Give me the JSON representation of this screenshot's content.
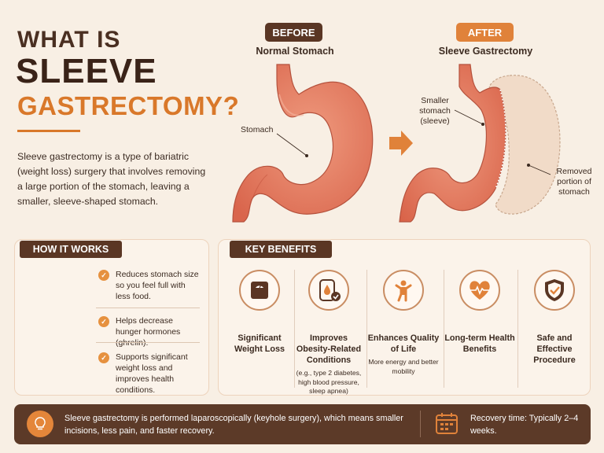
{
  "title": {
    "line1": "WHAT IS",
    "line2": "SLEEVE",
    "line3": "GASTRECTOMY?"
  },
  "intro": "Sleeve gastrectomy is a type of bariatric (weight loss) surgery that involves removing a large portion of the stomach, leaving a smaller, sleeve-shaped stomach.",
  "before": {
    "badge": "BEFORE",
    "subtitle": "Normal Stomach",
    "callout": "Stomach"
  },
  "after": {
    "badge": "AFTER",
    "subtitle": "Sleeve Gastrectomy",
    "callout_sleeve": "Smaller stomach (sleeve)",
    "callout_removed": "Removed portion of stomach"
  },
  "how_it_works": {
    "heading": "HOW IT WORKS",
    "items": [
      "Reduces stomach size so you feel full with less food.",
      "Helps decrease hunger hormones (ghrelin).",
      "Supports significant weight loss and improves health conditions."
    ]
  },
  "key_benefits": {
    "heading": "KEY BENEFITS",
    "items": [
      {
        "icon": "scale-icon",
        "title": "Significant Weight Loss",
        "desc": ""
      },
      {
        "icon": "glucose-meter-icon",
        "title": "Improves Obesity-Related Conditions",
        "desc": "(e.g., type 2 diabetes, high blood pressure, sleep apnea)"
      },
      {
        "icon": "person-active-icon",
        "title": "Enhances Quality of Life",
        "desc": "More energy and better mobility"
      },
      {
        "icon": "heart-pulse-icon",
        "title": "Long-term Health Benefits",
        "desc": ""
      },
      {
        "icon": "shield-check-icon",
        "title": "Safe and Effective Procedure",
        "desc": ""
      }
    ]
  },
  "footer": {
    "note": "Sleeve gastrectomy is performed laparoscopically (keyhole surgery), which means smaller incisions, less pain, and faster recovery.",
    "recovery": "Recovery time: Typically 2–4 weeks.",
    "note_icon": "lightbulb-icon",
    "recovery_icon": "calendar-icon"
  },
  "colors": {
    "background": "#f8efe4",
    "brown": "#5a3624",
    "orange": "#e0823a",
    "stomach": "#e27a62"
  }
}
